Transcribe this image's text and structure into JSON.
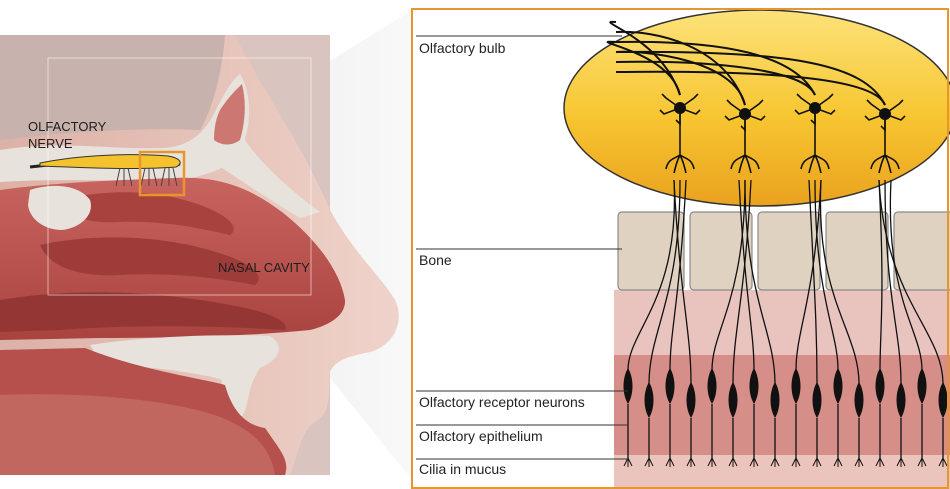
{
  "left_panel": {
    "olfactory_nerve_label": [
      "OLFACTORY",
      "NERVE"
    ],
    "nasal_cavity_label": "NASAL CAVITY"
  },
  "right_panel": {
    "labels": {
      "olfactory_bulb": "Olfactory bulb",
      "bone": "Bone",
      "receptor_neurons": "Olfactory receptor neurons",
      "epithelium": "Olfactory epithelium",
      "cilia": "Cilia in mucus"
    }
  },
  "colors": {
    "frame_orange": "#e8952f",
    "bulb_yellow": "#f7c530",
    "bone_beige": "#dfd2c1",
    "tissue_pink": "#e7b9b3",
    "epithelium_pink": "#d68e89",
    "nasal_red": "#b8514d",
    "skin": "#e6c2b6"
  }
}
